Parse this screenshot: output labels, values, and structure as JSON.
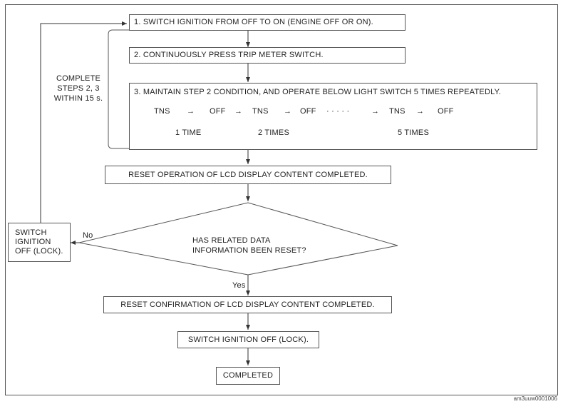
{
  "steps": {
    "step1": "1. SWITCH IGNITION FROM OFF TO ON (ENGINE OFF OR ON).",
    "step2": "2. CONTINUOUSLY PRESS TRIP METER SWITCH.",
    "step3": "3. MAINTAIN STEP 2 CONDITION, AND OPERATE BELOW LIGHT SWITCH 5 TIMES REPEATEDLY.",
    "reset_done": "RESET OPERATION OF LCD DISPLAY CONTENT COMPLETED.",
    "decision_line1": "HAS RELATED DATA",
    "decision_line2": "INFORMATION BEEN RESET?",
    "confirm_done": "RESET CONFIRMATION OF LCD DISPLAY CONTENT COMPLETED.",
    "switch_off": "SWITCH IGNITION OFF (LOCK).",
    "completed": "COMPLETED"
  },
  "side": {
    "complete_line1": "COMPLETE",
    "complete_line2": "STEPS 2, 3",
    "complete_line3": "WITHIN 15 s.",
    "switch_line1": "SWITCH",
    "switch_line2": "IGNITION",
    "switch_line3": "OFF (LOCK)."
  },
  "sequence": {
    "tns": "TNS",
    "off": "OFF",
    "arrow": "→",
    "dots": "· · · · ·",
    "time1": "1 TIME",
    "time2": "2 TIMES",
    "time5": "5 TIMES"
  },
  "labels": {
    "no": "No",
    "yes": "Yes"
  },
  "footer": "am3uuw0001006"
}
